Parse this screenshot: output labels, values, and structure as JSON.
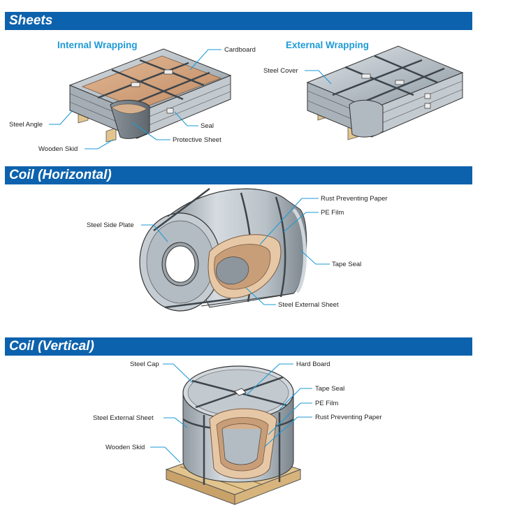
{
  "sections": {
    "sheets": "Sheets",
    "coil_horizontal": "Coil (Horizontal)",
    "coil_vertical": "Coil (Vertical)"
  },
  "sheets": {
    "internal_title": "Internal Wrapping",
    "external_title": "External Wrapping",
    "labels": {
      "cardboard": "Cardboard",
      "steel_angle": "Steel Angle",
      "seal": "Seal",
      "protective_sheet": "Protective Sheet",
      "wooden_skid": "Wooden Skid",
      "steel_cover": "Steel Cover"
    }
  },
  "coil_horizontal": {
    "labels": {
      "rust_preventing_paper": "Rust Preventing Paper",
      "pe_film": "PE Film",
      "steel_side_plate": "Steel Side Plate",
      "tape_seal": "Tape Seal",
      "steel_external_sheet": "Steel External Sheet"
    }
  },
  "coil_vertical": {
    "labels": {
      "steel_cap": "Steel Cap",
      "hard_board": "Hard Board",
      "tape_seal": "Tape Seal",
      "pe_film": "PE Film",
      "steel_external_sheet": "Steel External Sheet",
      "rust_preventing_paper": "Rust Preventing Paper",
      "wooden_skid": "Wooden Skid"
    }
  },
  "colors": {
    "band": "#0d62ad",
    "accent": "#1e9ad6",
    "steel": "#b7c0c7",
    "cardboard": "#d2a27e",
    "wood": "#e2c48e"
  }
}
